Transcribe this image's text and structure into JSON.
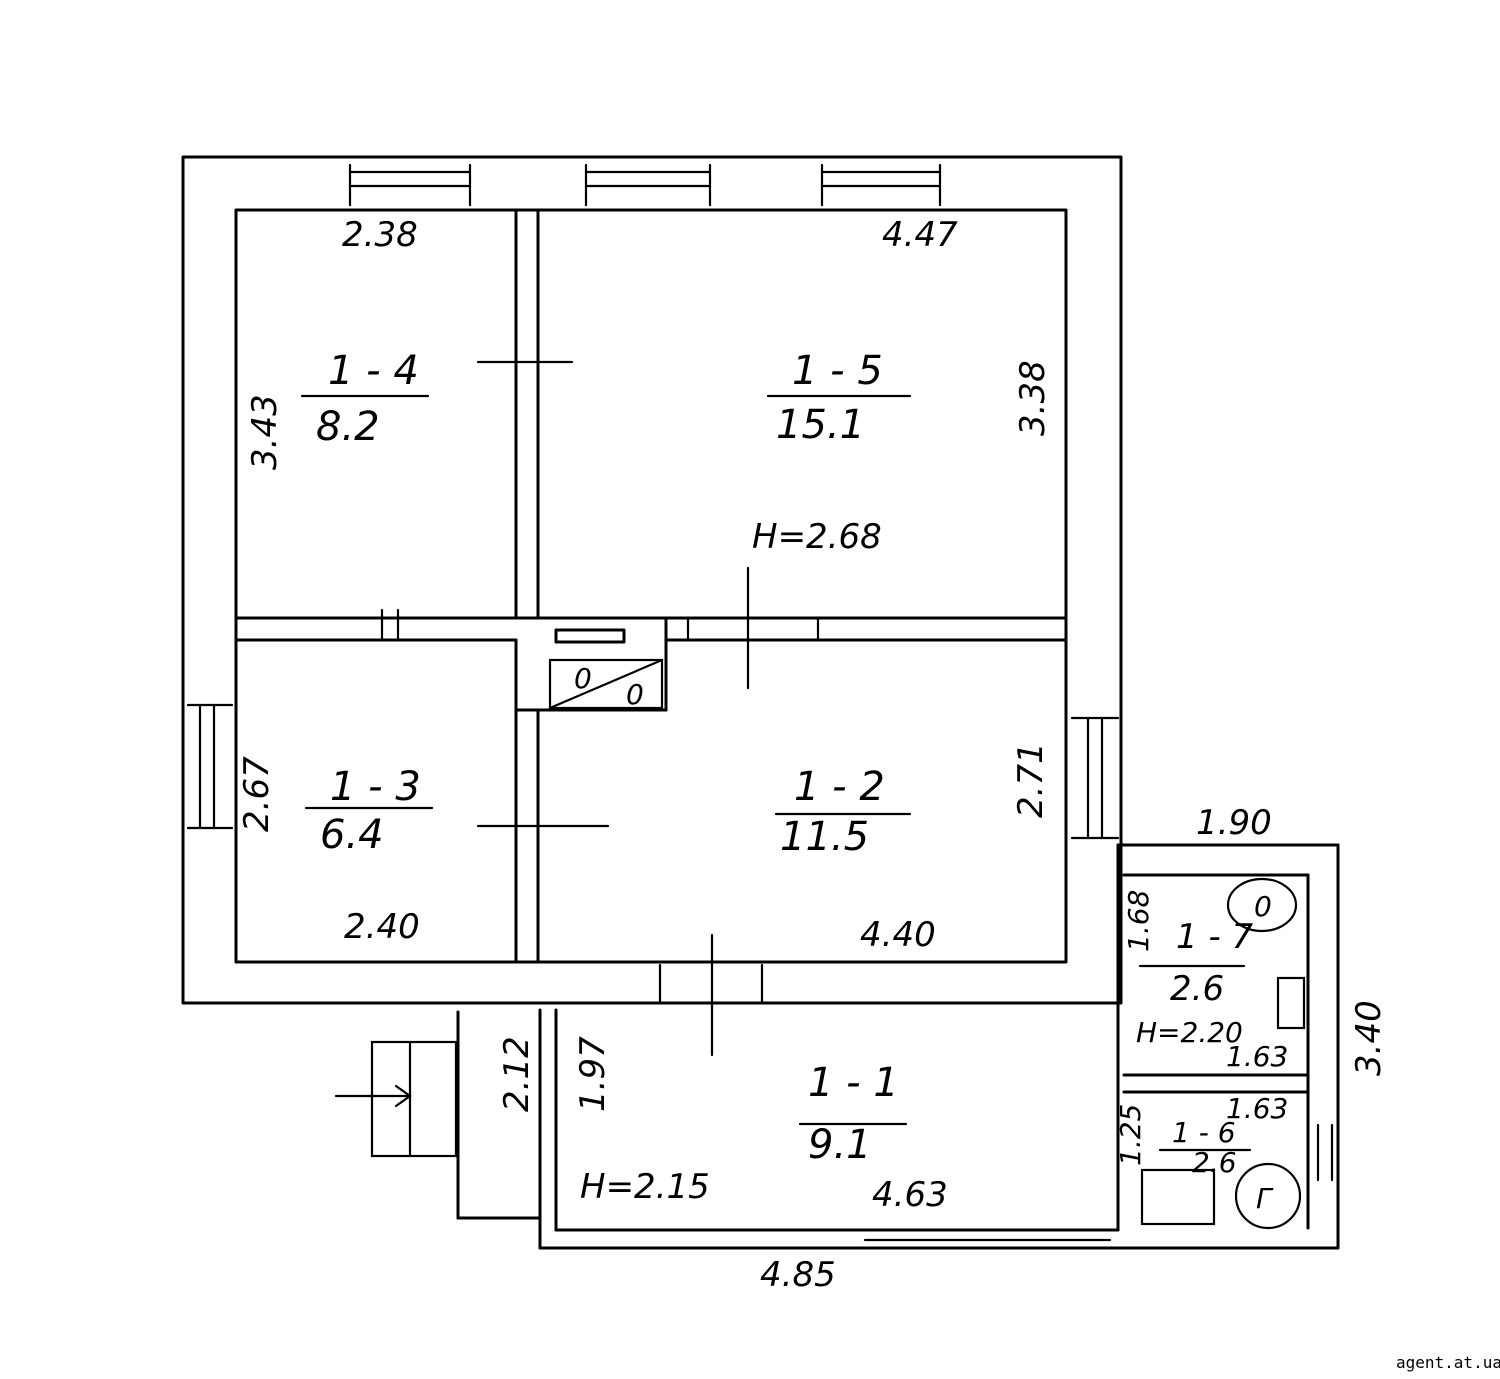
{
  "rooms": {
    "r1": {
      "id": "1 - 1",
      "area": "9.1"
    },
    "r2": {
      "id": "1 - 2",
      "area": "11.5"
    },
    "r3": {
      "id": "1 - 3",
      "area": "6.4"
    },
    "r4": {
      "id": "1 - 4",
      "area": "8.2"
    },
    "r5": {
      "id": "1 - 5",
      "area": "15.1"
    },
    "r6": {
      "id": "1 - 6",
      "area": "2.6"
    },
    "r7": {
      "id": "1 - 7",
      "area": "2.6"
    }
  },
  "dimensions": {
    "top_left": "2.38",
    "top_right": "4.47",
    "left_upper": "3.43",
    "right_upper": "3.38",
    "left_lower": "2.67",
    "right_lower": "2.71",
    "bottom_left": "2.40",
    "bottom_mid": "4.40",
    "annex_top": "1.90",
    "annex_right": "3.40",
    "bath_width": "1.63",
    "wc_width": "1.63",
    "bath_side": "1.68",
    "wc_side": "1.25",
    "entry_outer": "2.12",
    "entry_inner": "1.97",
    "hall_width": "4.63",
    "bottom_total": "4.85"
  },
  "heights": {
    "main": "H=2.68",
    "hall": "H=2.15",
    "annex": "H=2.20"
  },
  "symbols": {
    "boiler_letter": "Г",
    "fixture_circle": "0",
    "stove_burner": "0"
  },
  "watermark": "agent.at.ua"
}
